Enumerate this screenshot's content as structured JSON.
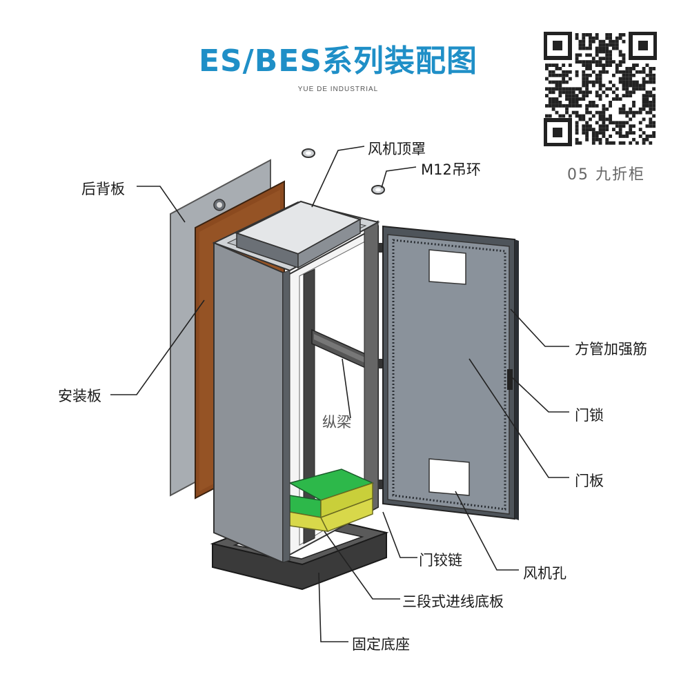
{
  "title": "ES/BES系列装配图",
  "subtitle": "YUE DE INDUSTRIAL",
  "watermark": "05 九折柜",
  "labels": {
    "fan_top_cover": "风机顶罩",
    "lifting_eye": "M12吊环",
    "back_panel": "后背板",
    "mounting_plate": "安装板",
    "longitudinal_beam": "纵梁",
    "square_tube_rib": "方管加强筋",
    "door_lock": "门锁",
    "door_panel": "门板",
    "door_hinge": "门铰链",
    "fan_hole": "风机孔",
    "three_section_base_plate": "三段式进线底板",
    "fixed_base": "固定底座"
  },
  "colors": {
    "title": "#1f8fc7",
    "steel": "#9aa0a6",
    "mounting_plate": "#8b4a1f",
    "floor_green": "#2db84a",
    "floor_yellow": "#d8d84a",
    "base": "#3a3a3a"
  }
}
